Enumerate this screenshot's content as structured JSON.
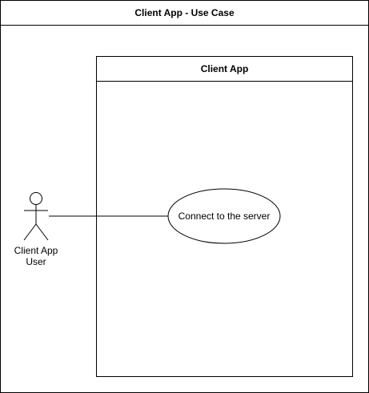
{
  "diagram": {
    "title": "Client App - Use Case",
    "system_boundary": {
      "title": "Client App"
    },
    "actor": {
      "label": "Client App\nUser"
    },
    "use_cases": [
      {
        "label": "Connect to the server"
      }
    ],
    "associations": [
      {
        "from": "Client App User",
        "to": "Connect to the server"
      }
    ],
    "colors": {
      "stroke": "#000000",
      "fill": "#ffffff"
    }
  }
}
